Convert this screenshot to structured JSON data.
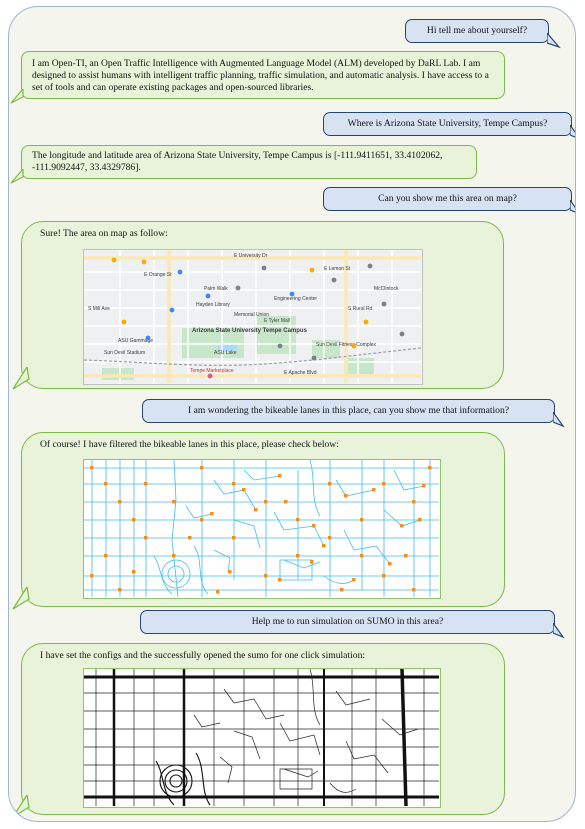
{
  "conversation": {
    "m1": {
      "role": "user",
      "text": "Hi tell me about yourself?"
    },
    "m2": {
      "role": "assistant",
      "text": "I am Open-TI, an Open Traffic Intelligence with Augmented Language Model (ALM) developed by DaRL Lab. I am designed to assist humans with intelligent traffic planning, traffic simulation, and automatic analysis. I have access to a set of tools and can operate existing packages and open-sourced libraries."
    },
    "m3": {
      "role": "user",
      "text": "Where is Arizona State University, Tempe Campus?"
    },
    "m4": {
      "role": "assistant",
      "text": "The longitude and latitude area of Arizona State University, Tempe Campus is [-111.9411651, 33.4102062, -111.9092447, 33.4329786]."
    },
    "m5": {
      "role": "user",
      "text": "Can you show me this area on map?"
    },
    "m6": {
      "role": "assistant",
      "text": "Sure! The area on map as follow:"
    },
    "m7": {
      "role": "user",
      "text": "I am wondering the bikeable lanes in this place, can you show me that information?"
    },
    "m8": {
      "role": "assistant",
      "text": "Of course! I have filtered the bikeable lanes in this place, please check below:"
    },
    "m9": {
      "role": "user",
      "text": "Help me to run simulation on SUMO in this area?"
    },
    "m10": {
      "role": "assistant",
      "text": "I have set the configs and the successfully opened the sumo for one click simulation:"
    }
  },
  "map": {
    "labels": {
      "univ": "Arizona State University Tempe Campus",
      "asu_lake": "ASU Lake",
      "gammage": "ASU Gammage",
      "sun_devil": "Sun Devil Stadium",
      "tempe_mkt": "Tempe Marketplace",
      "e_univ": "E University Dr",
      "apache": "E Apache Blvd",
      "rural": "S Rural Rd",
      "mill": "S Mill Ave",
      "e_lemon": "E Lemon St",
      "sdfc": "Sun Devil Fitness Complex",
      "hayden": "Hayden Library",
      "memorial": "Memorial Union",
      "engineering": "Engineering Center",
      "mcclintock": "McClintock",
      "tyler": "E Tyler Mall",
      "orange": "E Orange St",
      "palm": "Palm Walk"
    },
    "colors": {
      "water": "#aadaff",
      "park": "#c8e6c9",
      "road": "#ffffff",
      "major": "#fce8b2",
      "pin_blue": "#4285f4",
      "pin_orange": "#f9ab00",
      "pin_gray": "#7a8288"
    }
  },
  "colors": {
    "user_fill": "#d7e3f3",
    "user_border": "#27456e",
    "bot_fill": "#e9f3d9",
    "bot_border": "#7bbb45",
    "frame_fill": "#f4f5ec",
    "frame_border": "#9fb7d4",
    "lane": "#42bde6",
    "node": "#f0901e"
  }
}
